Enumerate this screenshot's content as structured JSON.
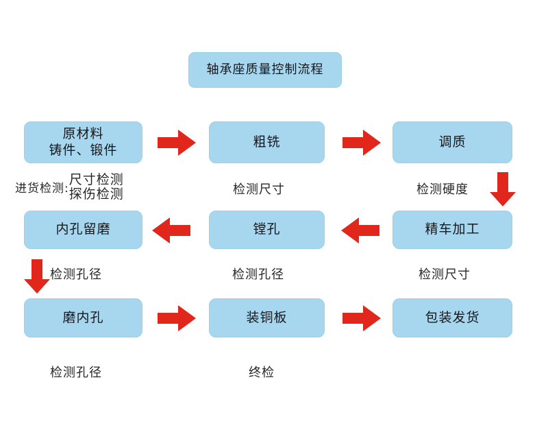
{
  "diagram": {
    "title": "轴承座质量控制流程",
    "colors": {
      "node_fill": "#a7d7ef",
      "node_border": "#9ccfe8",
      "arrow": "#e1261c",
      "text": "#17171a",
      "background": "#ffffff"
    },
    "rows": [
      {
        "direction": "left-to-right",
        "nodes": [
          {
            "line1": "原材料",
            "line2": "铸件、锻件"
          },
          {
            "line1": "粗铣",
            "line2": ""
          },
          {
            "line1": "调质",
            "line2": ""
          }
        ],
        "captions": [
          {
            "prefix": "进货检测:",
            "line1": "尺寸检测",
            "line2": "探伤检测"
          },
          {
            "text": "检测尺寸"
          },
          {
            "text": "检测硬度"
          }
        ]
      },
      {
        "direction": "right-to-left",
        "nodes": [
          {
            "line1": "内孔留磨",
            "line2": ""
          },
          {
            "line1": "镗孔",
            "line2": ""
          },
          {
            "line1": "精车加工",
            "line2": ""
          }
        ],
        "captions": [
          {
            "text": "检测孔径"
          },
          {
            "text": "检测孔径"
          },
          {
            "text": "检测尺寸"
          }
        ]
      },
      {
        "direction": "left-to-right",
        "nodes": [
          {
            "line1": "磨内孔",
            "line2": ""
          },
          {
            "line1": "装铜板",
            "line2": ""
          },
          {
            "line1": "包装发货",
            "line2": ""
          }
        ],
        "captions": [
          {
            "text": "检测孔径"
          },
          {
            "text": "终检"
          }
        ]
      }
    ],
    "arrows": {
      "row1_right_1": "arrow-right-icon",
      "row1_right_2": "arrow-right-icon",
      "row2_left_1": "arrow-left-icon",
      "row2_left_2": "arrow-left-icon",
      "row3_right_1": "arrow-right-icon",
      "row3_right_2": "arrow-right-icon",
      "down_right": "arrow-down-icon",
      "down_left": "arrow-down-icon"
    }
  }
}
